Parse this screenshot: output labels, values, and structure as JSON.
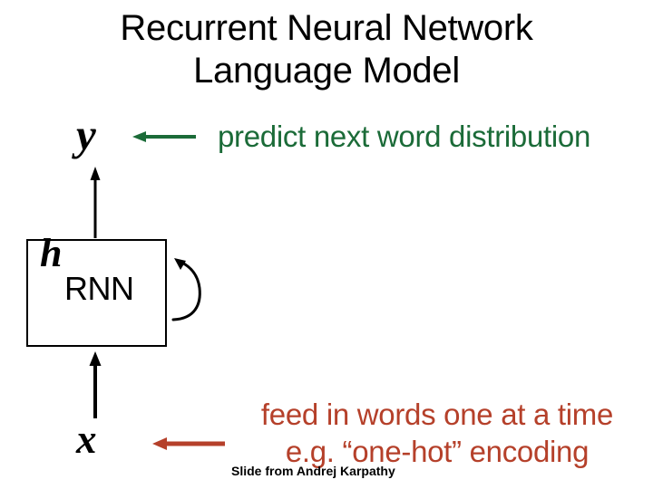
{
  "slide": {
    "title": "Recurrent Neural Network\nLanguage Model",
    "background_color": "#ffffff"
  },
  "diagram": {
    "output_variable": "y",
    "input_variable": "x",
    "hidden_state_variable": "h",
    "box_label": "RNN",
    "box_border_color": "#000000",
    "arrows": {
      "input_to_box": "up-arrow",
      "box_to_output": "up-arrow",
      "recurrent_loop": "curved-self-loop-arrow",
      "output_annotation_pointer": "left-arrow",
      "input_annotation_pointer": "left-arrow"
    }
  },
  "annotations": {
    "output": {
      "text": "predict next word distribution",
      "color": "#1b6b38"
    },
    "input": {
      "text": "feed in words one at a time\ne.g. “one-hot” encoding",
      "color": "#b5402a"
    }
  },
  "footer": {
    "credit": "Slide from Andrej Karpathy"
  }
}
